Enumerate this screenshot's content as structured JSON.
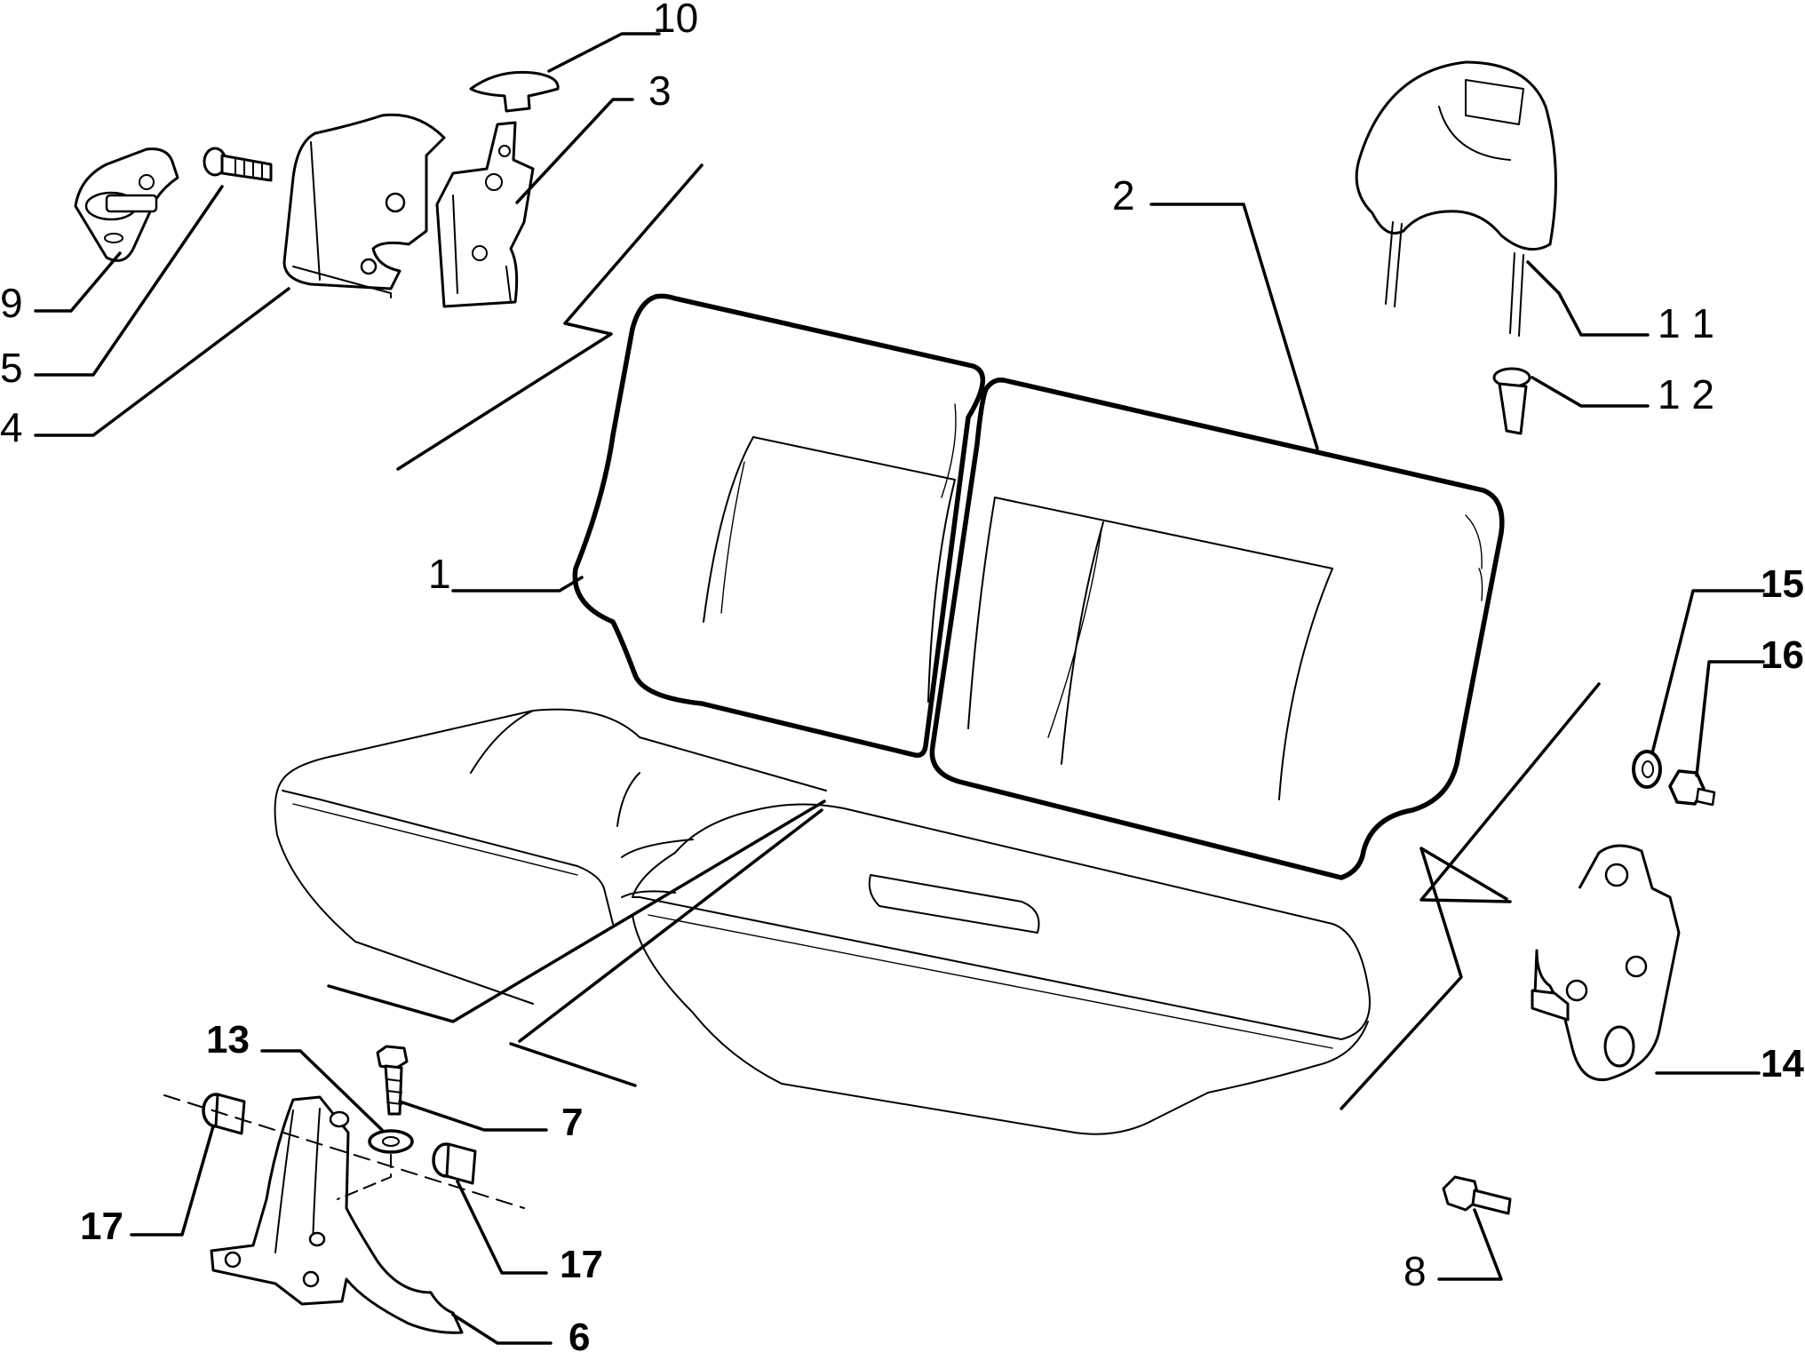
{
  "labels": {
    "p1": "1",
    "p2": "2",
    "p3": "3",
    "p4": "4",
    "p5": "5",
    "p6": "6",
    "p7": "7",
    "p8": "8",
    "p9": "9",
    "p10": "10",
    "p11": "1 1",
    "p12": "1 2",
    "p13": "13",
    "p14": "14",
    "p15": "15",
    "p16": "16",
    "p17a": "17",
    "p17b": "17"
  }
}
